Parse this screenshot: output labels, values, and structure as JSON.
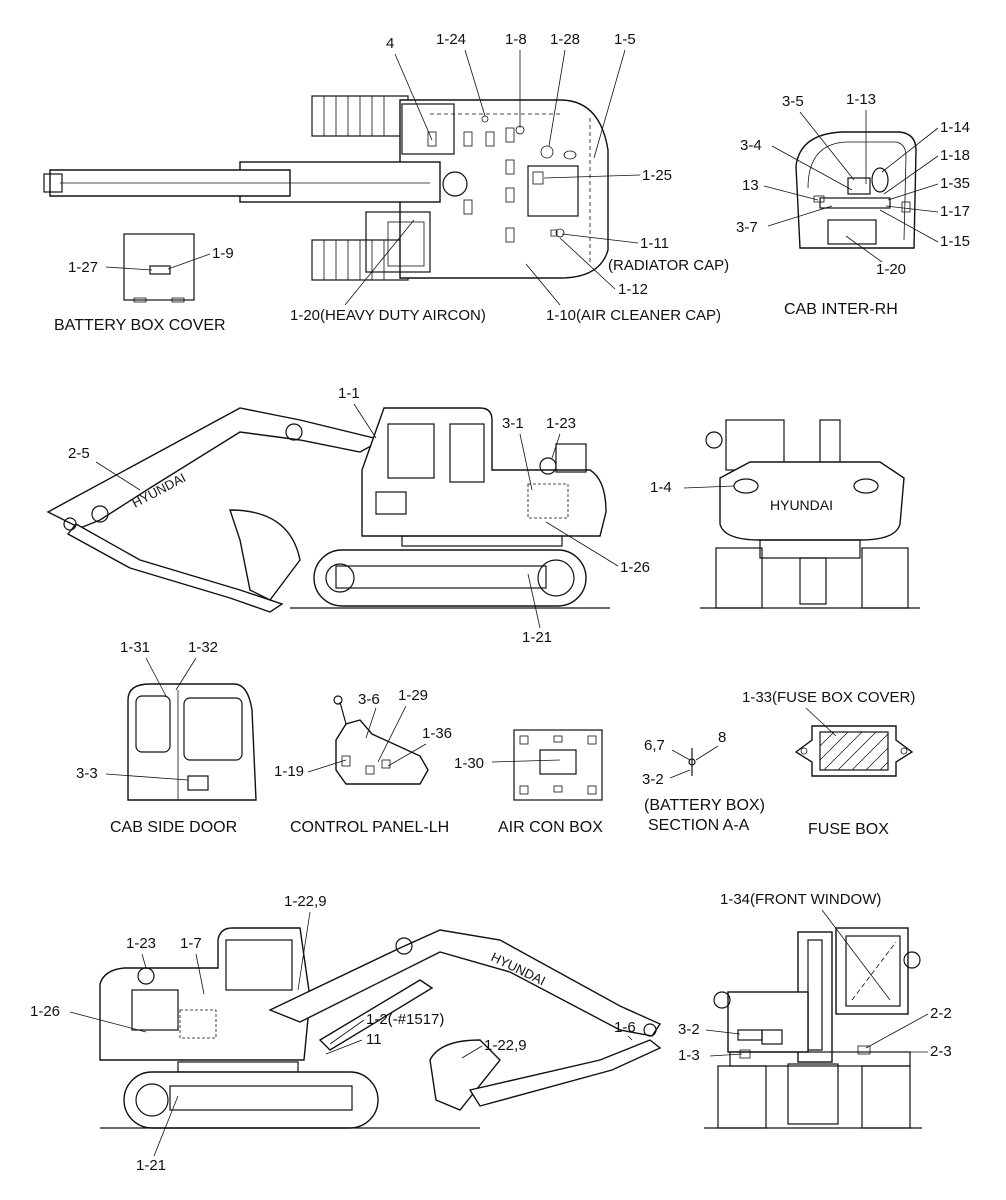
{
  "top_view": {
    "callouts": [
      "4",
      "1-24",
      "1-8",
      "1-28",
      "1-5",
      "1-25",
      "1-11",
      "(RADIATOR CAP)",
      "1-12",
      "1-20(HEAVY DUTY AIRCON)",
      "1-10(AIR CLEANER CAP)"
    ]
  },
  "battery_box_cover": {
    "callouts": [
      "1-27",
      "1-9"
    ],
    "caption": "BATTERY BOX COVER"
  },
  "cab_inter_rh": {
    "callouts": [
      "3-5",
      "1-13",
      "1-14",
      "3-4",
      "1-18",
      "13",
      "1-35",
      "1-17",
      "3-7",
      "1-15",
      "1-20"
    ],
    "caption": "CAB INTER-RH"
  },
  "side_view_left": {
    "callouts": [
      "1-1",
      "3-1",
      "1-23",
      "2-5",
      "1-26",
      "1-21"
    ],
    "brand": "HYUNDAI"
  },
  "rear_view": {
    "callouts": [
      "1-4"
    ],
    "brand": "HYUNDAI"
  },
  "cab_side_door": {
    "callouts": [
      "1-31",
      "1-32",
      "3-3"
    ],
    "caption": "CAB SIDE DOOR"
  },
  "control_panel_lh": {
    "callouts": [
      "3-6",
      "1-29",
      "1-36",
      "1-19"
    ],
    "caption": "CONTROL PANEL-LH"
  },
  "air_con_box": {
    "callouts": [
      "1-30"
    ],
    "caption": "AIR CON BOX"
  },
  "battery_box_section": {
    "callouts": [
      "6,7",
      "8",
      "3-2"
    ],
    "caption_1": "(BATTERY BOX)",
    "caption_2": "SECTION A-A"
  },
  "fuse_box": {
    "callouts": [
      "1-33(FUSE BOX COVER)"
    ],
    "caption": "FUSE BOX"
  },
  "side_view_right": {
    "callouts": [
      "1-22,9",
      "1-23",
      "1-7",
      "1-26",
      "1-2(-#1517)",
      "11",
      "1-22,9",
      "1-6",
      "1-21"
    ],
    "brand": "HYUNDAI"
  },
  "front_view": {
    "callouts": [
      "1-34(FRONT WINDOW)",
      "3-2",
      "2-2",
      "1-3",
      "2-3"
    ]
  }
}
